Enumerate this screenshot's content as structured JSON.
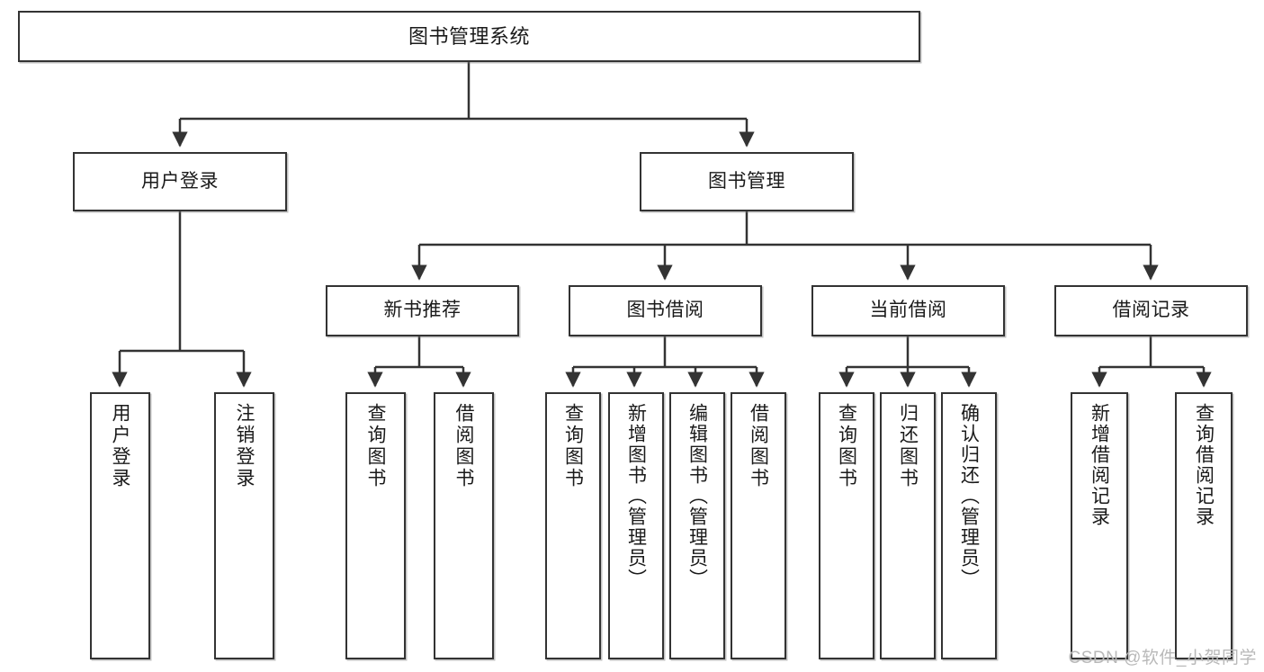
{
  "diagram": {
    "type": "tree-hierarchy",
    "title": "图书管理系统",
    "root": {
      "id": "root",
      "label": "图书管理系统"
    },
    "level2": [
      {
        "id": "user-login",
        "label": "用户登录"
      },
      {
        "id": "book-manage",
        "label": "图书管理"
      }
    ],
    "level3": [
      {
        "id": "new-book-recommend",
        "label": "新书推荐",
        "parent": "book-manage"
      },
      {
        "id": "book-borrow",
        "label": "图书借阅",
        "parent": "book-manage"
      },
      {
        "id": "current-borrow",
        "label": "当前借阅",
        "parent": "book-manage"
      },
      {
        "id": "borrow-record",
        "label": "借阅记录",
        "parent": "book-manage"
      }
    ],
    "leaves": [
      {
        "id": "leaf-user-login",
        "label": "用户登录",
        "parent": "user-login"
      },
      {
        "id": "leaf-logout-login",
        "label": "注销登录",
        "parent": "user-login"
      },
      {
        "id": "leaf-query-book-1",
        "label": "查询图书",
        "parent": "new-book-recommend"
      },
      {
        "id": "leaf-borrow-book-1",
        "label": "借阅图书",
        "parent": "new-book-recommend"
      },
      {
        "id": "leaf-query-book-2",
        "label": "查询图书",
        "parent": "book-borrow"
      },
      {
        "id": "leaf-add-book",
        "label": "新增图书（管理员）",
        "parent": "book-borrow"
      },
      {
        "id": "leaf-edit-book",
        "label": "编辑图书（管理员）",
        "parent": "book-borrow"
      },
      {
        "id": "leaf-borrow-book-2",
        "label": "借阅图书",
        "parent": "book-borrow"
      },
      {
        "id": "leaf-query-book-3",
        "label": "查询图书",
        "parent": "current-borrow"
      },
      {
        "id": "leaf-return-book",
        "label": "归还图书",
        "parent": "current-borrow"
      },
      {
        "id": "leaf-confirm-return",
        "label": "确认归还（管理员）",
        "parent": "current-borrow"
      },
      {
        "id": "leaf-add-record",
        "label": "新增借阅记录",
        "parent": "borrow-record"
      },
      {
        "id": "leaf-query-record",
        "label": "查询借阅记录",
        "parent": "borrow-record"
      }
    ],
    "colors": {
      "border": "#333333",
      "background": "#ffffff",
      "text": "#1a1a1a",
      "connector": "#333333",
      "watermark": "#b9b9b9"
    }
  },
  "watermark": {
    "text": "CSDN @软件_小贺同学"
  }
}
